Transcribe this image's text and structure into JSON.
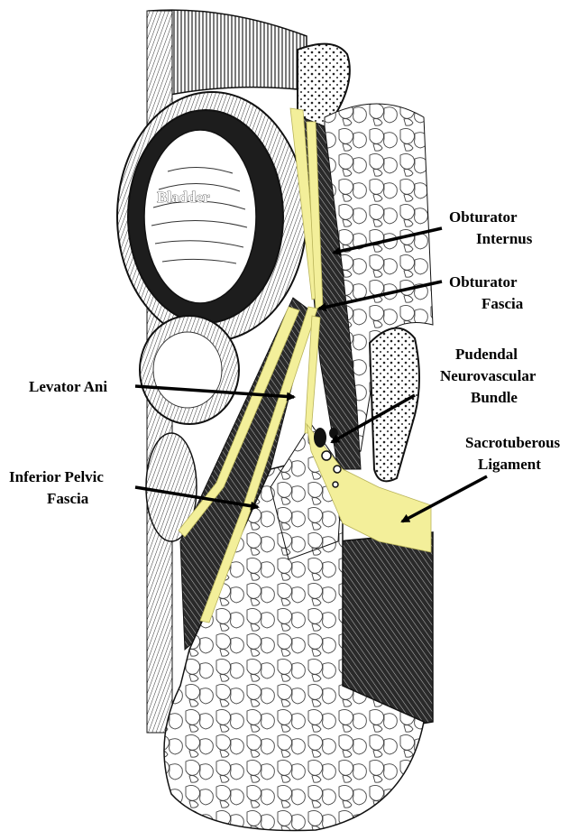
{
  "labels": {
    "bladder": "Bladder",
    "obturator_internus_line1": "Obturator",
    "obturator_internus_line2": "Internus",
    "obturator_fascia_line1": "Obturator",
    "obturator_fascia_line2": "Fascia",
    "pudendal_line1": "Pudendal",
    "pudendal_line2": "Neurovascular",
    "pudendal_line3": "Bundle",
    "sacrotuberous_line1": "Sacrotuberous",
    "sacrotuberous_line2": "Ligament",
    "levator_ani": "Levator Ani",
    "inferior_pelvic_fascia_line1": "Inferior Pelvic",
    "inferior_pelvic_fascia_line2": "Fascia"
  },
  "colors": {
    "fascia_highlight": "#f3ef9a",
    "ink": "#111111",
    "muscle_dark": "#2a2a2a",
    "paper": "#ffffff"
  },
  "icons": {
    "pointer": "arrow-icon"
  }
}
